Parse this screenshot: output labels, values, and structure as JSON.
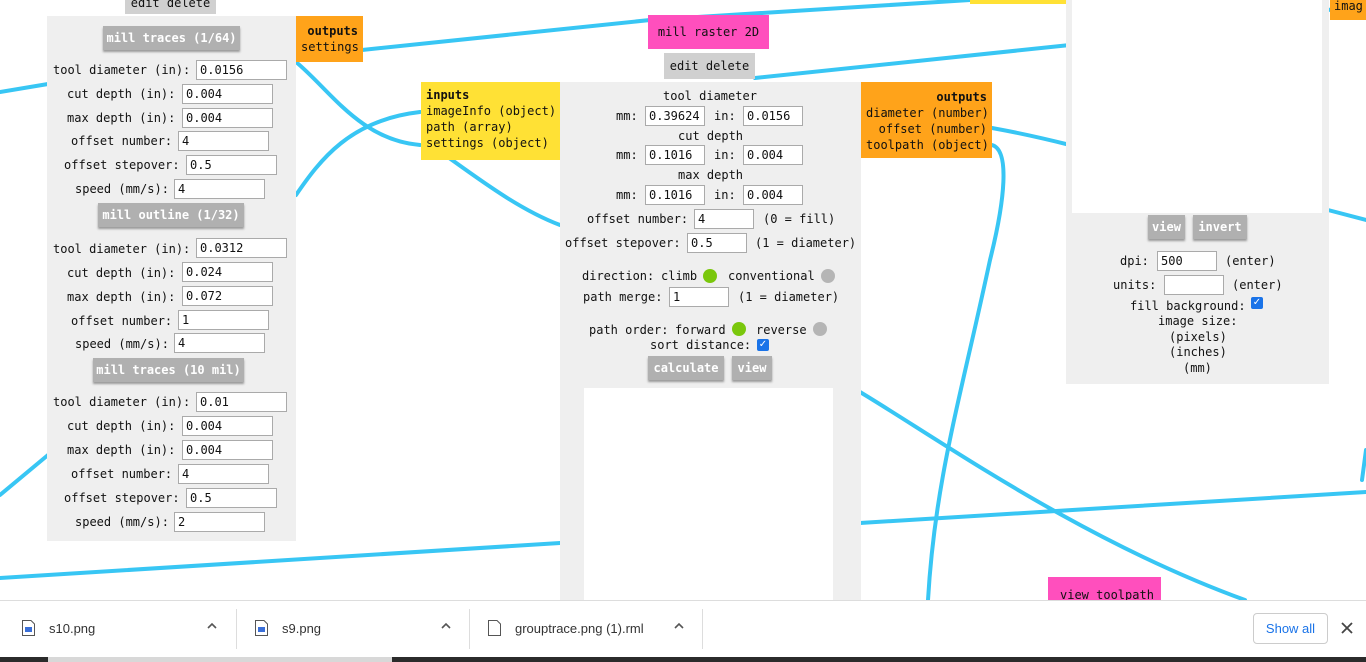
{
  "left_module": {
    "top_buttons": "edit delete",
    "outputs_box": {
      "title": "outputs",
      "items": [
        "settings"
      ]
    },
    "sections": [
      {
        "button": "mill traces (1/64)",
        "fields": [
          {
            "label": "tool diameter (in):",
            "value": "0.0156"
          },
          {
            "label": "cut depth (in):",
            "value": "0.004"
          },
          {
            "label": "max depth (in):",
            "value": "0.004"
          },
          {
            "label": "offset number:",
            "value": "4"
          },
          {
            "label": "offset stepover:",
            "value": "0.5"
          },
          {
            "label": "speed (mm/s):",
            "value": "4"
          }
        ]
      },
      {
        "button": "mill outline (1/32)",
        "fields": [
          {
            "label": "tool diameter (in):",
            "value": "0.0312"
          },
          {
            "label": "cut depth (in):",
            "value": "0.024"
          },
          {
            "label": "max depth (in):",
            "value": "0.072"
          },
          {
            "label": "offset number:",
            "value": "1"
          },
          {
            "label": "speed (mm/s):",
            "value": "4"
          }
        ]
      },
      {
        "button": "mill traces (10 mil)",
        "fields": [
          {
            "label": "tool diameter (in):",
            "value": "0.01"
          },
          {
            "label": "cut depth (in):",
            "value": "0.004"
          },
          {
            "label": "max depth (in):",
            "value": "0.004"
          },
          {
            "label": "offset number:",
            "value": "4"
          },
          {
            "label": "offset stepover:",
            "value": "0.5"
          },
          {
            "label": "speed (mm/s):",
            "value": "2"
          }
        ]
      }
    ]
  },
  "center_module": {
    "title": "mill raster 2D",
    "edit_delete": "edit delete",
    "inputs": {
      "title": "inputs",
      "items": [
        "imageInfo (object)",
        "path (array)",
        "settings (object)"
      ]
    },
    "outputs": {
      "title": "outputs",
      "items": [
        "diameter (number)",
        "offset (number)",
        "toolpath (object)"
      ]
    },
    "tool_diameter": {
      "heading": "tool diameter",
      "mm_label": "mm:",
      "mm": "0.39624",
      "in_label": "in:",
      "in": "0.0156"
    },
    "cut_depth": {
      "heading": "cut depth",
      "mm_label": "mm:",
      "mm": "0.1016",
      "in_label": "in:",
      "in": "0.004"
    },
    "max_depth": {
      "heading": "max depth",
      "mm_label": "mm:",
      "mm": "0.1016",
      "in_label": "in:",
      "in": "0.004"
    },
    "offset_number": {
      "label": "offset number:",
      "value": "4",
      "hint": "(0 = fill)"
    },
    "offset_stepover": {
      "label": "offset stepover:",
      "value": "0.5",
      "hint": "(1 = diameter)"
    },
    "direction": {
      "label": "direction:",
      "opt1": "climb",
      "opt2": "conventional",
      "selected": "climb"
    },
    "path_merge": {
      "label": "path merge:",
      "value": "1",
      "hint": "(1 = diameter)"
    },
    "path_order": {
      "label": "path order:",
      "opt1": "forward",
      "opt2": "reverse",
      "selected": "forward"
    },
    "sort_distance": {
      "label": "sort distance:",
      "checked": true
    },
    "calculate": "calculate",
    "view": "view"
  },
  "right_module": {
    "view": "view",
    "invert": "invert",
    "dpi": {
      "label": "dpi:",
      "value": "500",
      "hint": "(enter)"
    },
    "units": {
      "label": "units:",
      "value": "",
      "hint": "(enter)"
    },
    "fill_background": {
      "label": "fill background:",
      "checked": true
    },
    "image_size": {
      "label": "image size:",
      "lines": [
        "(pixels)",
        "(inches)",
        "(mm)"
      ]
    },
    "partial_label": "imag"
  },
  "view_toolpath": "view toolpath",
  "colors": {
    "wire": "#38c6f4",
    "panel": "#efefef",
    "yellow": "#ffe135",
    "orange": "#ffa31a",
    "pink": "#ff4fbd",
    "green": "#7ac70c"
  },
  "downloads": {
    "items": [
      {
        "name": "s10.png",
        "icon": "image-file-icon"
      },
      {
        "name": "s9.png",
        "icon": "image-file-icon"
      },
      {
        "name": "grouptrace.png (1).rml",
        "icon": "document-file-icon"
      }
    ],
    "show_all": "Show all"
  }
}
